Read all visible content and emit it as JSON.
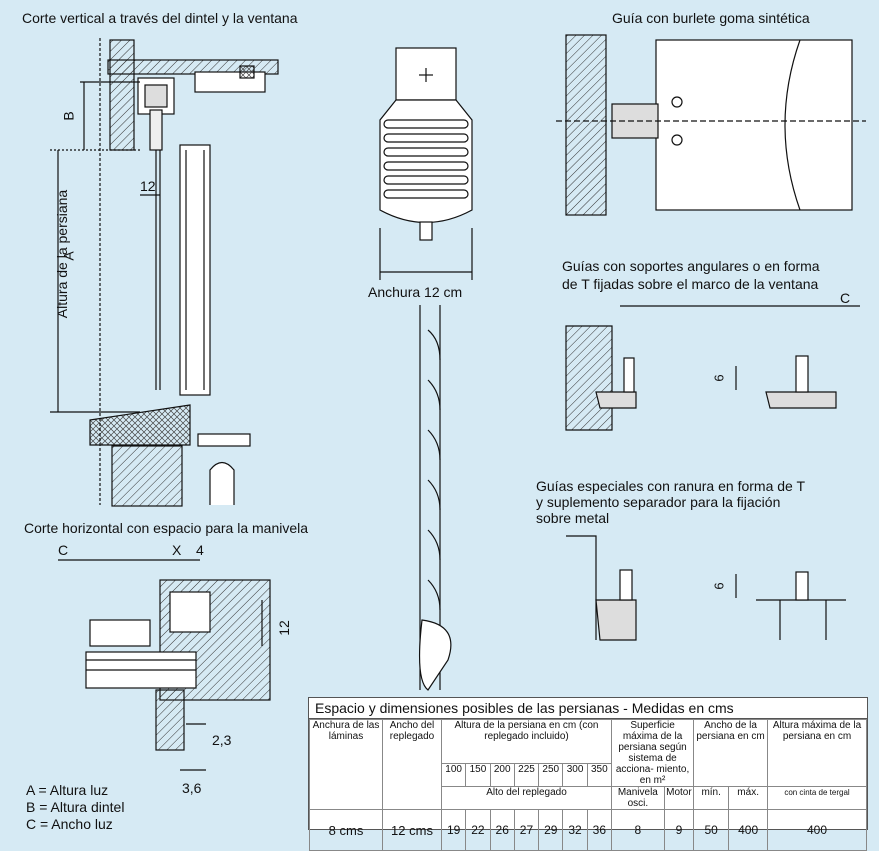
{
  "titles": {
    "vertical_section": "Corte vertical a través del dintel y la ventana",
    "horizontal_section": "Corte horizontal con espacio para la manivela",
    "guide_rubber": "Guía con burlete goma sintética",
    "guides_angular": [
      "Guías con soportes angulares o en forma",
      "de T fijadas sobre el marco de la ventana"
    ],
    "guides_special": [
      "Guías especiales con ranura en forma de T",
      "y suplemento separador para la fijación",
      "sobre metal"
    ]
  },
  "dimensions": {
    "altura_persiana": "Altura de la persiana",
    "a": "A",
    "b": "B",
    "twelve_left": "12",
    "anchura": "Anchura 12 cm",
    "c_top": "C",
    "six_a": "6",
    "six_b": "6",
    "c_horiz": "C",
    "x": "X",
    "four": "4",
    "twelve_horiz": "12",
    "two_three": "2,3",
    "three_six": "3,6"
  },
  "legend": [
    "A = Altura luz",
    "B = Altura dintel",
    "C = Ancho luz"
  ],
  "table": {
    "title": "Espacio y dimensiones posibles de las persianas - Medidas en cms",
    "h_anchura": "Anchura de las láminas",
    "h_replegado": "Ancho del replegado",
    "h_altura": "Altura de la persiana en cm (con replegado incluido)",
    "h_superficie": "Superficie máxima de la persiana según sistema de acciona- miento, en m²",
    "h_ancho": "Ancho de la persiana en cm",
    "h_altura_max": "Altura máxima de la persiana en cm",
    "heights": [
      "100",
      "150",
      "200",
      "225",
      "250",
      "300",
      "350"
    ],
    "sub_alto": "Alto del replegado",
    "sub_manivela": "Manivela osci.",
    "sub_motor": "Motor",
    "sub_min": "mín.",
    "sub_max": "máx.",
    "sub_cinta": "con cinta de tergal",
    "v_anchura": "8 cms",
    "v_replegado": "12 cms",
    "v_alto": [
      "19",
      "22",
      "26",
      "27",
      "29",
      "32",
      "36"
    ],
    "v_manivela": "8",
    "v_motor": "9",
    "v_min": "50",
    "v_max": "400",
    "v_altura_max": "400"
  }
}
